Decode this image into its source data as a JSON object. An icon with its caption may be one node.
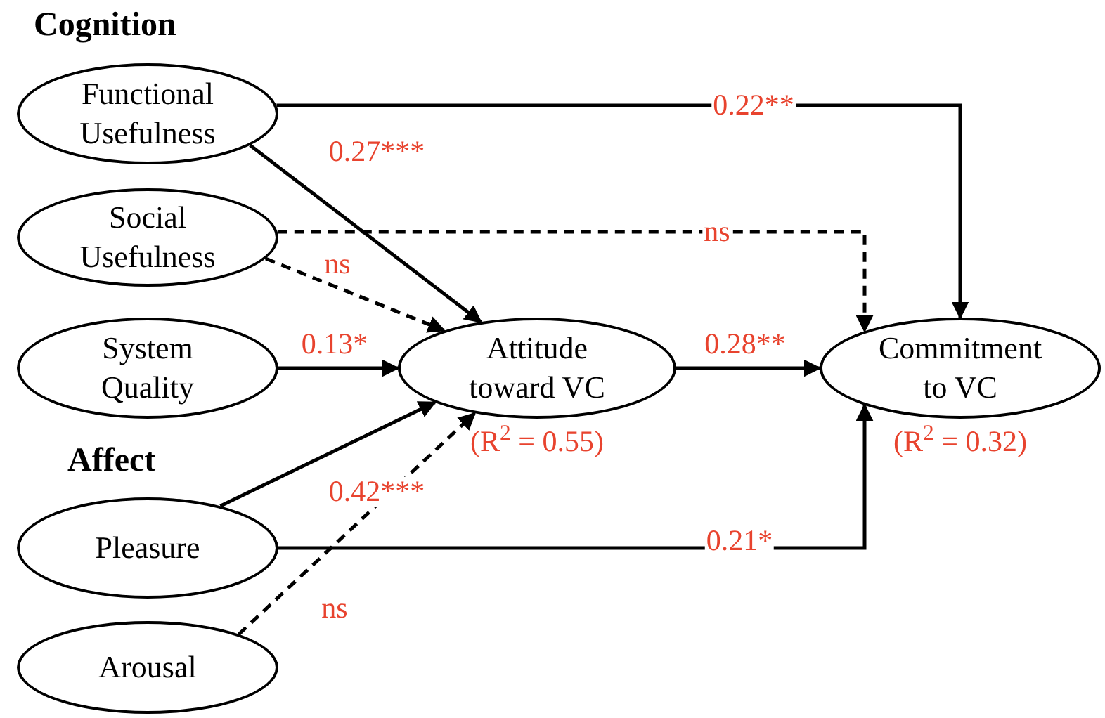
{
  "diagram": {
    "nodes": [
      {
        "text": [
          "Functional Usefulness"
        ]
      },
      {
        "text": [
          "Social Usefulness"
        ]
      },
      {
        "text": [
          "System Quality"
        ]
      },
      {
        "text": [
          "Attitude toward VC"
        ],
        "beside": [
          "(R$^{2}$ = 0.55)"
        ]
      },
      {
        "text": [
          "Commitment to VC"
        ],
        "beside": [
          "(R$^{2}$ = 0.32)"
        ]
      },
      {
        "text": [
          "Pleasure"
        ]
      },
      {
        "text": [
          "Arousal"
        ]
      }
    ],
    "edges": [
      {
        "from": 0,
        "to": 4,
        "arrow": "to",
        "label": "0.22**"
      },
      {
        "from": 0,
        "to": 3,
        "arrow": "to",
        "label": "0.27***"
      },
      {
        "from": 1,
        "to": 3,
        "arrow": "to",
        "label": "ns",
        "style": "dashed"
      },
      {
        "from": 1,
        "to": 4,
        "arrow": "to",
        "label": "ns",
        "style": "dashed"
      },
      {
        "from": 2,
        "to": 3,
        "arrow": "to",
        "label": "0.13*"
      },
      {
        "from": 3,
        "to": 4,
        "arrow": "to",
        "label": "0.28**"
      },
      {
        "from": 5,
        "to": 3,
        "arrow": "to",
        "label": "0.42***"
      },
      {
        "from": 5,
        "to": 4,
        "arrow": "to",
        "label": "0.21*"
      },
      {
        "from": 6,
        "to": 3,
        "arrow": "to",
        "label": "ns",
        "style": "dashed"
      }
    ],
    "labels": [
      "Cognition",
      "Affect"
    ]
  }
}
